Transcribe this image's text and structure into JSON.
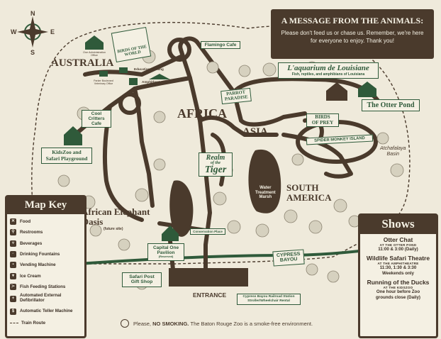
{
  "colors": {
    "paper": "#efeadb",
    "path": "#4a3a2c",
    "green": "#2f5a3a",
    "tree": "#c9c4b2",
    "dark": "#4a3a2c"
  },
  "compass": {
    "n": "N",
    "e": "E",
    "s": "S",
    "w": "W"
  },
  "message": {
    "title": "A MESSAGE FROM THE ANIMALS:",
    "body": "Please don't feed us or chase us. Remember, we're here for everyone to enjoy. Thank you!"
  },
  "regions": {
    "australia": "AUSTRALIA",
    "africa": "AFRICA",
    "asia": "ASIA",
    "south_america": "SOUTH AMERICA",
    "african_elephant_oasis": "African Elephant Oasis",
    "african_elephant_oasis_note": "(future site)"
  },
  "places": {
    "one_admin": "One Administration Office",
    "birds_of_world": "BIRDS OF THE WORLD",
    "flamingo_cafe": "Flamingo Cafe",
    "education_building": "Education Building",
    "amphitheater": "Amphitheater",
    "veterinary": "Parker Boulevard Veterinary Office",
    "cool_critters_1": "Cool",
    "cool_critters_2": "Critters",
    "cool_critters_3": "Cafe",
    "parrot_paradise_1": "PARROT",
    "parrot_paradise_2": "PARADISE",
    "aquarium": "L'aquarium de Louisiane",
    "aquarium_sub": "Fish, reptiles, and amphibians of Louisiana",
    "otter_pond": "The Otter Pond",
    "birds_of_prey_1": "BIRDS",
    "birds_of_prey_2": "OF PREY",
    "spider_monkey": "SPIDER MONKEY ISLAND",
    "atchafalaya_1": "Atchafalaya",
    "atchafalaya_2": "Basin",
    "kidzoo_1": "KidsZoo and",
    "kidzoo_2": "Safari Playground",
    "realm_1": "Realm",
    "realm_2": "of the",
    "realm_3": "Tiger",
    "water_treatment_1": "Water",
    "water_treatment_2": "Treatment",
    "water_treatment_3": "Marsh",
    "conservation": "Conservation Place",
    "capital_one_1": "Capital One",
    "capital_one_2": "Pavilion",
    "capital_one_3": "(Reserved)",
    "cypress_bayou_1": "CYPRESS",
    "cypress_bayou_2": "BAYOU",
    "safari_post_1": "Safari Post",
    "safari_post_2": "Gift Shop",
    "entrance": "ENTRANCE",
    "railroad_1": "Cypress Bayou Railroad Station",
    "railroad_2": "Stroller/Wheelchair Rental"
  },
  "key": {
    "title": "Map Key",
    "items": [
      {
        "icon": "food-icon",
        "label": "Food"
      },
      {
        "icon": "restroom-icon",
        "label": "Restrooms"
      },
      {
        "icon": "beverage-icon",
        "label": "Beverages"
      },
      {
        "icon": "fountain-icon",
        "label": "Drinking Fountains"
      },
      {
        "icon": "vending-icon",
        "label": "Vending Machine"
      },
      {
        "icon": "ice-cream-icon",
        "label": "Ice Cream"
      },
      {
        "icon": "fish-icon",
        "label": "Fish Feeding Stations"
      },
      {
        "icon": "defibrillator-icon",
        "label": "Automated External Defibrillator"
      },
      {
        "icon": "atm-icon",
        "label": "Automatic Teller Machine"
      },
      {
        "icon": "train-route-icon",
        "label": "Train Route"
      }
    ]
  },
  "shows": {
    "title": "Shows",
    "list": [
      {
        "name": "Otter Chat",
        "loc": "AT THE OTTER POND",
        "times": [
          "11:00 & 3:00 (Daily)"
        ]
      },
      {
        "name": "Wildlife Safari Theatre",
        "loc": "AT THE AMPHITHEATRE",
        "times": [
          "11:30, 1:30 & 3:30",
          "Weekends only"
        ]
      },
      {
        "name": "Running of the Ducks",
        "loc": "AT THE KIDSZOO",
        "times": [
          "One hour before Zoo",
          "grounds close (Daily)"
        ]
      }
    ]
  },
  "footer": {
    "prefix": "Please,",
    "strong": "NO SMOKING.",
    "rest": "The Baton Rouge Zoo is a smoke-free environment."
  }
}
